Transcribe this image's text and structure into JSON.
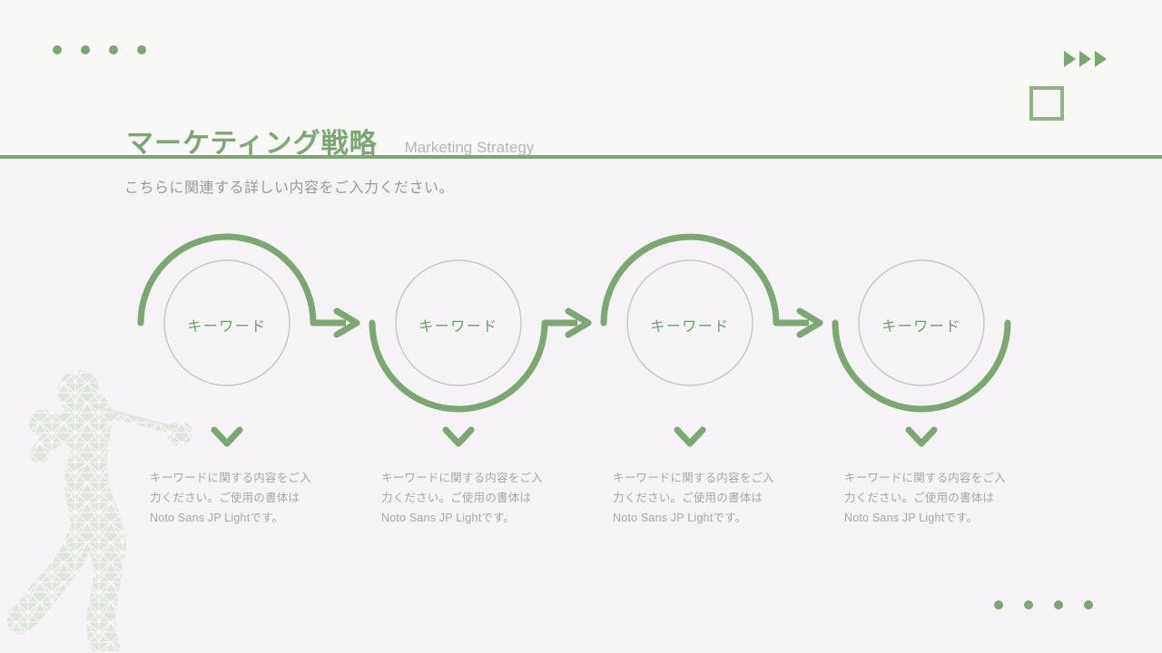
{
  "slide": {
    "background_color": "#f5f3f6",
    "accent_color": "#7aa870",
    "circle_outline_color": "#c6c6c6"
  },
  "header": {
    "title_jp": "マーケティング戦略",
    "title_en": "Marketing Strategy",
    "subtitle": "こちらに関連する詳しい内容をご入力ください。"
  },
  "decor": {
    "top_left_dots": 4,
    "bottom_right_dots": 4,
    "triangles": 3,
    "square_outline": true,
    "golfer_silhouette": "golfer-swing-lowpoly"
  },
  "steps": [
    {
      "label": "キーワード",
      "arc": "top",
      "has_arrow": true,
      "body": "キーワードに関する内容をご入力ください。ご使用の書体はNoto Sans JP Lightです。"
    },
    {
      "label": "キーワード",
      "arc": "bottom",
      "has_arrow": true,
      "body": "キーワードに関する内容をご入力ください。ご使用の書体はNoto Sans JP Lightです。"
    },
    {
      "label": "キーワード",
      "arc": "top",
      "has_arrow": true,
      "body": "キーワードに関する内容をご入力ください。ご使用の書体はNoto Sans JP Lightです。"
    },
    {
      "label": "キーワード",
      "arc": "bottom",
      "has_arrow": false,
      "body": "キーワードに関する内容をご入力ください。ご使用の書体はNoto Sans JP Lightです。"
    }
  ]
}
